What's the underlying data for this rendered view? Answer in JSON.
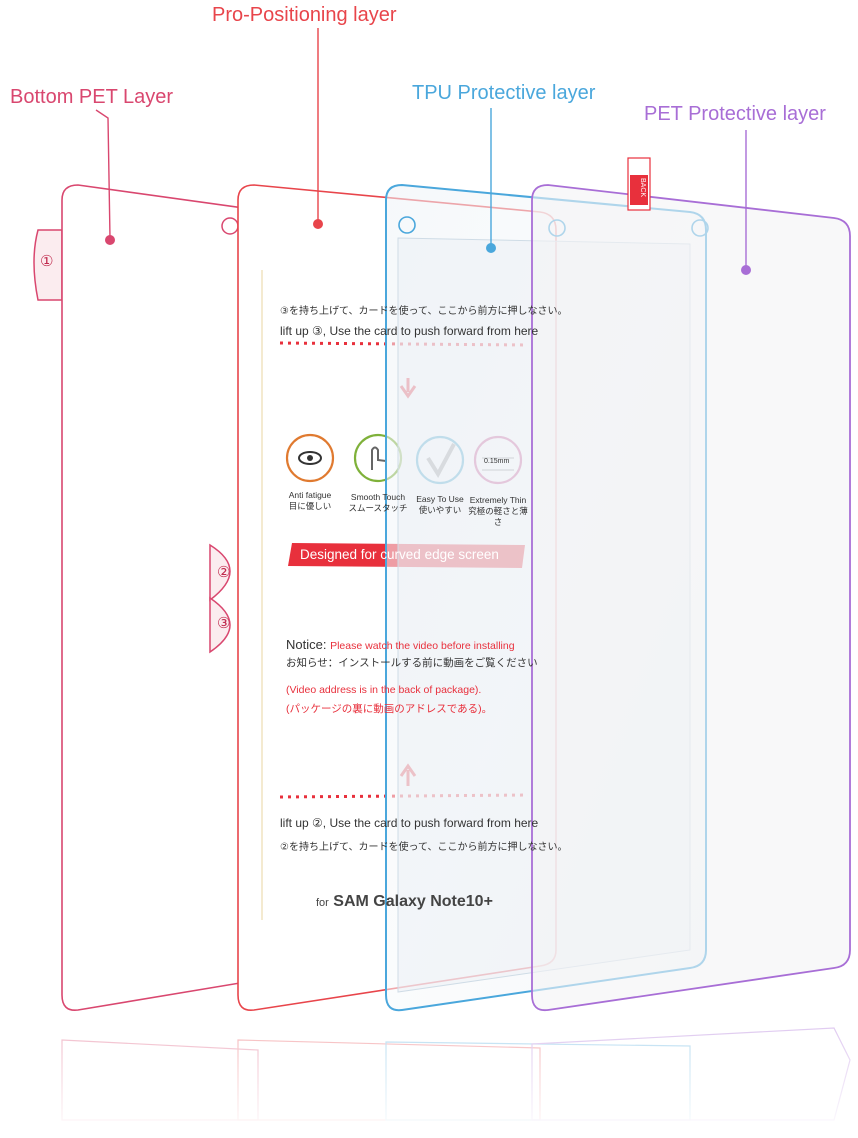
{
  "layers": {
    "bottom_pet": "Bottom PET Layer",
    "pro_positioning": "Pro-Positioning layer",
    "tpu_protective": "TPU Protective layer",
    "pet_protective": "PET Protective layer"
  },
  "colors": {
    "bottom_pet": "#d9476f",
    "pro_positioning": "#e8454b",
    "tpu_protective": "#4aa7dc",
    "pet_protective": "#a86ed6",
    "red_text": "#e8303c"
  },
  "steps": {
    "one": "①",
    "two": "②",
    "three": "③"
  },
  "sheet": {
    "top_jp": "③を持ち上げて、カードを使って、ここから前方に押しなさい。",
    "top_en": "lift up ③, Use the card to push forward from here",
    "features": [
      {
        "icon": "eye-icon",
        "en": "Anti fatigue",
        "jp": "目に優しい"
      },
      {
        "icon": "touch-icon",
        "en": "Smooth Touch",
        "jp": "スムースタッチ"
      },
      {
        "icon": "check-icon",
        "en": "Easy To Use",
        "jp": "使いやすい"
      },
      {
        "icon": "thickness-icon",
        "en": "Extremely Thin",
        "jp": "究極の軽さと薄さ",
        "value": "0.15mm"
      }
    ],
    "banner": "Designed for curved edge screen",
    "notice_label": "Notice:",
    "notice_en": "Please watch the video before installing",
    "notice_jp": "お知らせ：インストールする前に動画をご覧ください",
    "video_en": "(Video address is in the back of package).",
    "video_jp": "(パッケージの裏に動画のアドレスである)。",
    "bottom_en": "lift up ②, Use the card to push forward from here",
    "bottom_jp": "②を持ち上げて、カードを使って、ここから前方に押しなさい。",
    "brand_prefix": "for",
    "brand": "SAM Galaxy Note10+"
  },
  "tab_text": "BACK"
}
